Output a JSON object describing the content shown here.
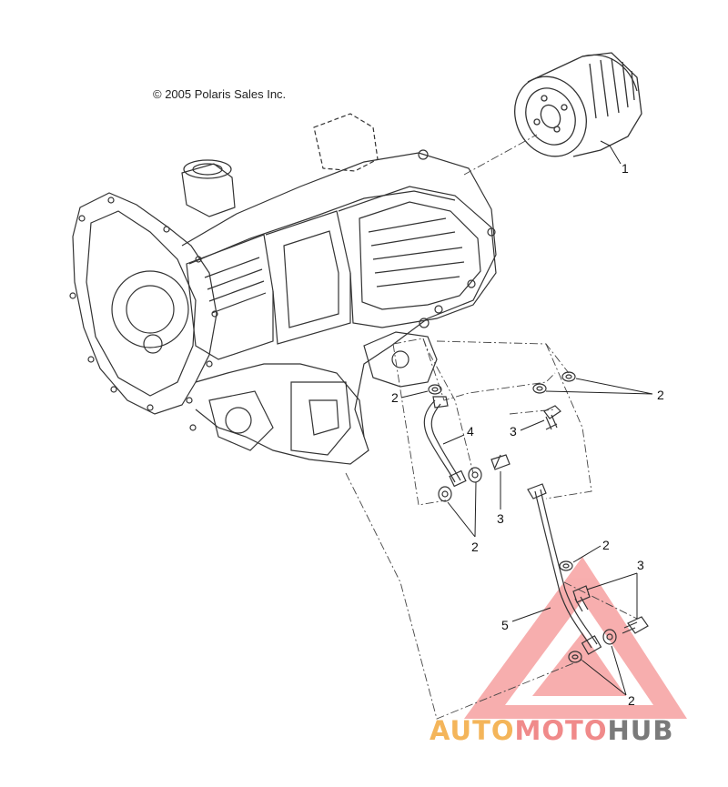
{
  "copyright": "© 2005 Polaris Sales Inc.",
  "callouts": [
    {
      "id": "c1",
      "text": "1"
    },
    {
      "id": "c2a",
      "text": "2"
    },
    {
      "id": "c2b",
      "text": "2"
    },
    {
      "id": "c2c",
      "text": "2"
    },
    {
      "id": "c2d",
      "text": "2"
    },
    {
      "id": "c2e",
      "text": "2"
    },
    {
      "id": "c3a",
      "text": "3"
    },
    {
      "id": "c3b",
      "text": "3"
    },
    {
      "id": "c3c",
      "text": "3"
    },
    {
      "id": "c4",
      "text": "4"
    },
    {
      "id": "c5",
      "text": "5"
    }
  ],
  "watermark": {
    "part1": "AUTO",
    "part2": "MOTO",
    "part3": "HUB"
  },
  "colors": {
    "line": "#333333",
    "watermark_triangle": "#f27a7a",
    "watermark_light": "#f4b55a"
  }
}
